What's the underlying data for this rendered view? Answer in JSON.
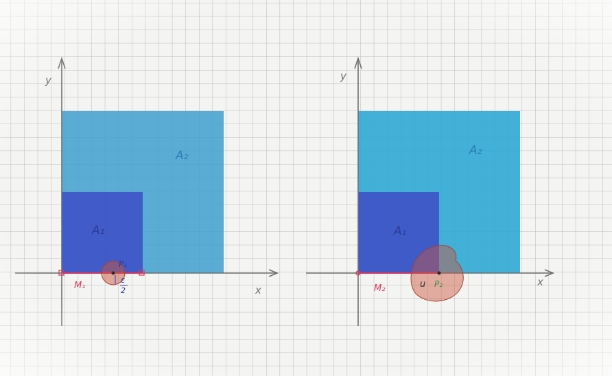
{
  "colors": {
    "paper": "#f4f4f2",
    "grid": "#b9b9b9",
    "axis": "#6f6f6f",
    "outer_square": "#3f9fcf",
    "inner_square": "#3e52c6",
    "segment": "#d8395d",
    "ball": "#c9553a",
    "point_label": "#3f8a4e"
  },
  "left_panel": {
    "label_y": "y",
    "label_x": "x",
    "label_a1": "A₁",
    "label_a2": "A₂",
    "label_m": "M₁",
    "label_p": "P₁",
    "label_eps_num": "ε",
    "label_eps_den": "2"
  },
  "right_panel": {
    "label_y": "y",
    "label_x": "x",
    "label_a1": "A₁",
    "label_a2": "A₂",
    "label_m": "M₂",
    "label_u": "u",
    "label_p": "P₂"
  }
}
